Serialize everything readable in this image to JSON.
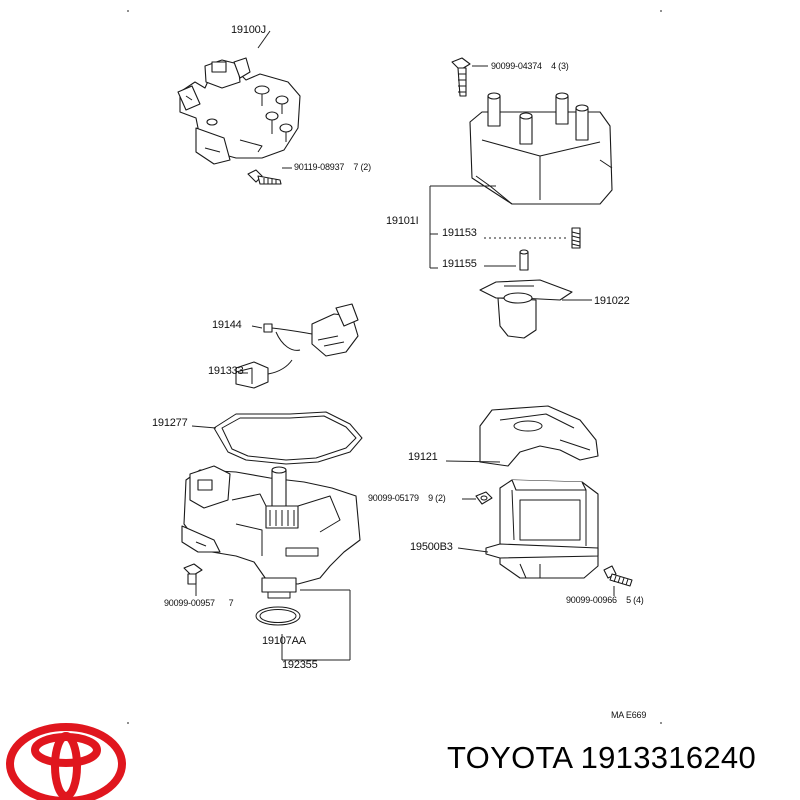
{
  "diagram": {
    "drawing_code": "MA E669",
    "parts": [
      {
        "id": "p19100",
        "number": "19100",
        "suffix": "J"
      },
      {
        "id": "p90099-04374",
        "number": "90099-04374",
        "qty": "4 (3)"
      },
      {
        "id": "p90119-08937",
        "number": "90119-08937",
        "qty": "7 (2)"
      },
      {
        "id": "p19101",
        "number": "19101",
        "suffix": "I"
      },
      {
        "id": "p19115a",
        "number": "19115",
        "suffix": "3"
      },
      {
        "id": "p19115b",
        "number": "19115",
        "suffix": "5"
      },
      {
        "id": "p19102",
        "number": "19102",
        "suffix": "2"
      },
      {
        "id": "p19144",
        "number": "19144"
      },
      {
        "id": "p19133",
        "number": "19133",
        "suffix": "3"
      },
      {
        "id": "p19127",
        "number": "19127",
        "suffix": "7"
      },
      {
        "id": "p19121",
        "number": "19121"
      },
      {
        "id": "p90099-05179",
        "number": "90099-05179",
        "qty": "9 (2)"
      },
      {
        "id": "p19500B",
        "number": "19500B",
        "suffix": "3"
      },
      {
        "id": "p90099-00957",
        "number": "90099-00957",
        "qty": "7"
      },
      {
        "id": "p90099-00966",
        "number": "90099-00966",
        "qty": "5 (4)"
      },
      {
        "id": "p19107A",
        "number": "19107A",
        "suffix": "A"
      },
      {
        "id": "p19235",
        "number": "19235",
        "suffix": "5"
      }
    ]
  },
  "brand": {
    "logo_name": "toyota-logo",
    "logo_color": "#e0161e",
    "caption": "TOYOTA 1913316240"
  }
}
